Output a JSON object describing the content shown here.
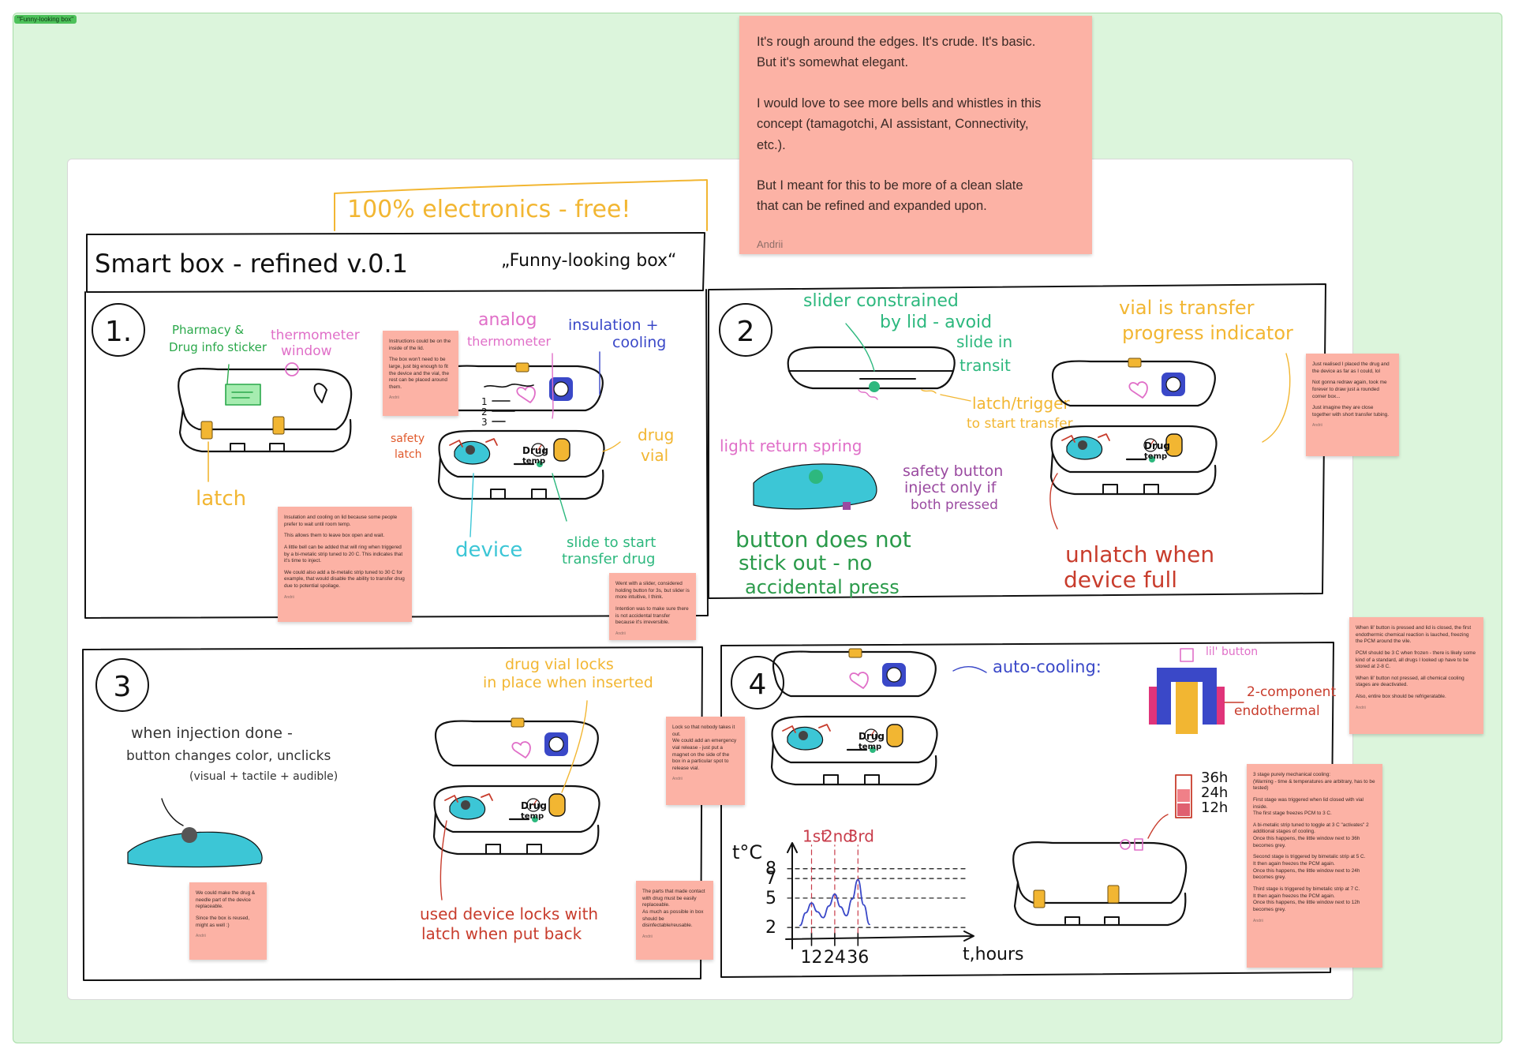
{
  "section": {
    "label": "\"Funny-looking box\""
  },
  "sketch": {
    "header": "100% electronics - free!",
    "title": "Smart box - refined v.0.1",
    "subtitle": "„Funny-looking box“",
    "panels": [
      {
        "number": "1.",
        "annotations": [
          "Pharmacy &",
          "Drug info sticker",
          "thermometer",
          "window",
          "analog",
          "thermometer",
          "insulation +",
          "cooling",
          "safety",
          "latch",
          "drug",
          "vial",
          "latch",
          "device",
          "slide to start",
          "transfer drug"
        ],
        "device_labels": [
          "Drug",
          "temp"
        ],
        "lid_list": [
          "1",
          "2",
          "3"
        ]
      },
      {
        "number": "2",
        "annotations": [
          "slider constrained",
          "by lid - avoid",
          "slide in",
          "transit",
          "light return spring",
          "latch/trigger",
          "to start transfer",
          "vial is transfer",
          "progress indicator",
          "safety button",
          "inject only if",
          "both pressed",
          "button does not",
          "stick out - no",
          "accidental press",
          "unlatch when",
          "device full"
        ],
        "device_labels": [
          "Drug",
          "temp"
        ]
      },
      {
        "number": "3",
        "annotations": [
          "when injection done -",
          "button changes color, unclicks",
          "(visual + tactile + audible)",
          "drug vial locks",
          "in place when inserted",
          "used device locks with",
          "latch when put back"
        ],
        "device_labels": [
          "Drug",
          "temp"
        ]
      },
      {
        "number": "4",
        "annotations": [
          "auto-cooling:",
          "lil' button",
          "2-component",
          "endothermal",
          "36h",
          "24h",
          "12h"
        ],
        "device_labels": [
          "Drug",
          "temp"
        ]
      }
    ]
  },
  "chart_data": {
    "type": "line",
    "ylabel": "t°C",
    "xlabel": "t,hours",
    "y_ticks": [
      "8",
      "7",
      "5",
      "2"
    ],
    "x_ticks": [
      "12",
      "24",
      "36"
    ],
    "stage_labels": [
      "1st",
      "2nd",
      "3rd"
    ],
    "series": [
      {
        "x": [
          6,
          9,
          12,
          15,
          18,
          21,
          24,
          27,
          30,
          33,
          36,
          39,
          42
        ],
        "y": [
          2.2,
          3.5,
          4.5,
          3.6,
          3.0,
          4.2,
          5.4,
          4.1,
          3.2,
          4.9,
          6.9,
          4.3,
          2.3
        ]
      }
    ]
  },
  "notes": {
    "main": {
      "paragraphs": [
        "It's rough around the edges. It's crude. It's basic.\nBut it's somewhat elegant.",
        "I would love to see more bells and whistles in this\nconcept (tamagotchi, AI assistant, Connectivity,\netc.).",
        "But I meant for this to be more of a clean slate\nthat can be refined and expanded upon."
      ],
      "author": "Andrii"
    },
    "n1": {
      "paragraphs": [
        "Instructions could be on the inside of the lid.",
        "The box won't need to be large, just big enough to fit the device and the vial, the rest can be placed around them."
      ],
      "author": "Andrii"
    },
    "n2": {
      "paragraphs": [
        "Insulation and cooling on lid because some people prefer to wait until room temp.",
        "This allows them to leave box open and wait.",
        "A little bell can be added that will ring when triggered by a bi-metalic strip tuned to 20 C. This indicates that it's time to inject.",
        "We could also add a bi-metalic strip tuned to 30 C for example, that would disable the ability to transfer drug due to potential spoilage."
      ],
      "author": "Andrii"
    },
    "n3": {
      "paragraphs": [
        "Went with a slider, considered holding button for 3s, but slider is more intuitive, I think.",
        "Intention was to make sure there is not accidental transfer because it's irreversible."
      ],
      "author": "Andrii"
    },
    "n4": {
      "paragraphs": [
        "Just realised I placed the drug and the device as far as I could, lol",
        "Not gonna redraw again, took me forever to draw just a rounded corner box...",
        "Just imagine they are close together with short transfer tubing."
      ],
      "author": "Andrii"
    },
    "n5": {
      "paragraphs": [
        "When lil' button is pressed and lid is closed, the first endothermic chemical reaction is lauched, freezing the PCM around the vile.",
        "PCM should be 3 C when frozen - there is likely some kind of a standard, all drugs I looked up have to be stored at 2-8 C.",
        "When lil' button not pressed, all chemical cooling stages are deactivated.",
        "Also, entire box should be refrigeratable."
      ],
      "author": "Andrii"
    },
    "n6": {
      "paragraphs": [
        "Lock so that nobody takes it out.\nWe could add an emergency vial release - just put a magnet on the side of the box in a particular spot to release vial."
      ],
      "author": "Andrii"
    },
    "n7": {
      "paragraphs": [
        "We could make the drug & needle part of the device replaceable.",
        "Since the box is reused, might as well :)"
      ],
      "author": "Andrii"
    },
    "n8": {
      "paragraphs": [
        "The parts that made contact with drug must be easily replaceable.\nAs much as possible in box should be disinfectable/reusable."
      ],
      "author": "Andrii"
    },
    "n9": {
      "paragraphs": [
        "3 stage purely mechanical cooling:\n(Warning - time & temperatures are arbitrary, has to be tested)",
        "First stage was triggered when lid closed with vial inside.\nThe first stage freezes PCM to 3 C.",
        "A bi-metalic strip tuned to toggle at 3 C \"activates\" 2 additional stages of cooling.\nOnce this happens, the little window next to 36h becomes grey.",
        "Second stage is triggered by bimetalic strip at 5 C.\nIt then again freezes the PCM again.\nOnce this happens, the little window next to 24h becomes grey.",
        "Third stage is triggered by bimetalic strip at 7 C.\nIt then again freezes the PCM again.\nOnce this happens, the little window next to 12h becomes grey."
      ],
      "author": "Andrii"
    }
  }
}
